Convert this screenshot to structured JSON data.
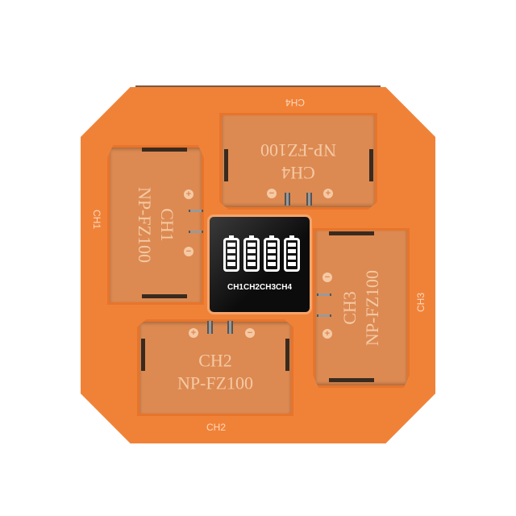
{
  "product": {
    "colors": {
      "body": "#f08238",
      "bay": "#dc8a52",
      "display": "#111111"
    },
    "bays": [
      {
        "channel": "CH1",
        "model": "NP-FZ100",
        "edge_label": "CH1"
      },
      {
        "channel": "CH2",
        "model": "NP-FZ100",
        "edge_label": "CH2"
      },
      {
        "channel": "CH3",
        "model": "NP-FZ100",
        "edge_label": "CH3"
      },
      {
        "channel": "CH4",
        "model": "NP-FZ100",
        "edge_label": "CH4"
      }
    ],
    "display": {
      "icon": "battery-level-icon",
      "labels": [
        "CH1",
        "CH2",
        "CH3",
        "CH4"
      ],
      "levels": [
        1,
        1,
        1,
        1
      ]
    }
  }
}
